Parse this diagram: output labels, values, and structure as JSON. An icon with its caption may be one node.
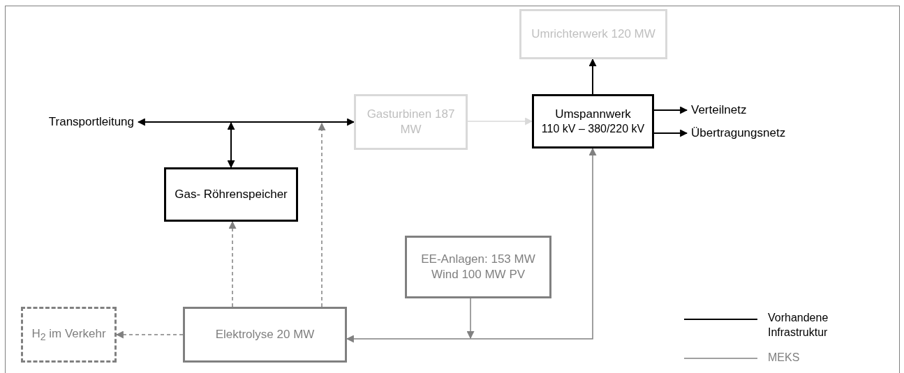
{
  "diagram": {
    "nodes": [
      {
        "text": [
          "Transportleitung"
        ]
      },
      {
        "text": [
          "Gas- Röhrenspeicher"
        ]
      },
      {
        "text": [
          "Gasturbinen 187 MW"
        ]
      },
      {
        "text": [
          "Umspannwerk",
          "110 kV – 380/220 kV"
        ]
      },
      {
        "text": [
          "Umrichterwerk 120 MW"
        ]
      },
      {
        "text": [
          "Verteilnetz"
        ]
      },
      {
        "text": [
          "Übertragungsnetz"
        ]
      },
      {
        "text": [
          "EE-Anlagen: 153 MW Wind 100 MW PV"
        ]
      },
      {
        "text": [
          "Elektrolyse 20 MW"
        ]
      },
      {
        "text": [
          "H$_{2}$ im Verkehr"
        ]
      }
    ],
    "edges": [
      {
        "from": 0,
        "to": 2,
        "arrow": "both"
      },
      {
        "from": null,
        "to": 1,
        "arrow": "both"
      },
      {
        "from": 8,
        "to": null,
        "arrow": "to",
        "style": "dashed",
        "color": "#808080"
      },
      {
        "from": 8,
        "to": 1,
        "arrow": "to",
        "style": "dashed",
        "color": "#808080"
      },
      {
        "from": 2,
        "to": 3,
        "arrow": "to",
        "color": "#d9d9d9"
      },
      {
        "from": 3,
        "to": 4,
        "arrow": "to"
      },
      {
        "from": 3,
        "to": 5,
        "arrow": "to"
      },
      {
        "from": 3,
        "to": 6,
        "arrow": "to"
      },
      {
        "from": 8,
        "to": 3,
        "arrow": "both",
        "color": "#808080"
      },
      {
        "from": 7,
        "to": null,
        "arrow": "to",
        "color": "#808080"
      },
      {
        "from": 8,
        "to": 9,
        "arrow": "to",
        "style": "dashed",
        "color": "#808080"
      }
    ],
    "legend": [
      {
        "text": "Vorhandene Infrastruktur"
      },
      {
        "text": "MEKS"
      }
    ]
  }
}
